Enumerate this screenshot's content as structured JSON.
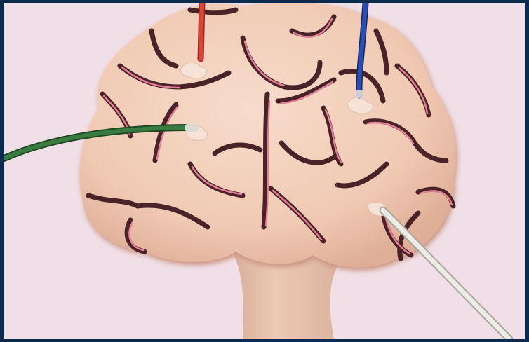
{
  "scene": {
    "subject": "brain-with-electrodes",
    "colors": {
      "frame": "#0d2a4c",
      "background": "#f1dfe7",
      "tissue": "#f2cdb8",
      "tissue_shadow": "#d9a892",
      "stem": "#e8c4ae",
      "sulcus_dark": "#4a2329",
      "sulcus_pink": "#e47f95",
      "electrode_red": "#d8463a",
      "electrode_blue": "#1f3f9a",
      "electrode_green": "#2e6a35",
      "electrode_white": "#e8e6e0"
    },
    "electrodes": [
      {
        "name": "red-electrode",
        "color": "red"
      },
      {
        "name": "blue-electrode",
        "color": "blue"
      },
      {
        "name": "green-electrode",
        "color": "green"
      },
      {
        "name": "white-electrode",
        "color": "white"
      }
    ]
  }
}
